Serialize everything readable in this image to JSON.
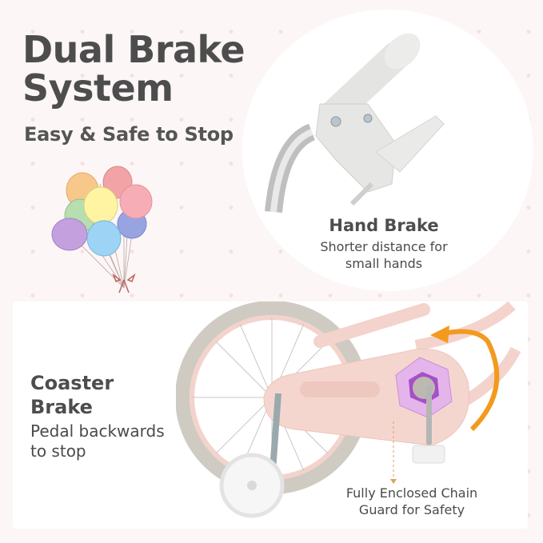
{
  "header": {
    "title_line1": "Dual Brake",
    "title_line2": "System",
    "subtitle": "Easy & Safe to Stop"
  },
  "hand_brake": {
    "title": "Hand Brake",
    "desc_line1": "Shorter distance for",
    "desc_line2": "small hands"
  },
  "coaster_brake": {
    "title_line1": "Coaster",
    "title_line2": "Brake",
    "desc_line1": "Pedal backwards",
    "desc_line2": "to stop"
  },
  "chain_guard": {
    "label_line1": "Fully Enclosed Chain",
    "label_line2": "Guard for Safety"
  },
  "colors": {
    "background": "#fdf6f6",
    "dot": "#f6dfe3",
    "text": "#4d4d4d",
    "bike_pink": "#f3d3cc",
    "arrow_orange": "#f39a1e",
    "guard_purple": "#a64fc7",
    "tire_grey": "#cfcbc2"
  },
  "balloons": [
    "orange",
    "red",
    "green",
    "yellow",
    "pink",
    "blue",
    "purple",
    "light-blue"
  ]
}
